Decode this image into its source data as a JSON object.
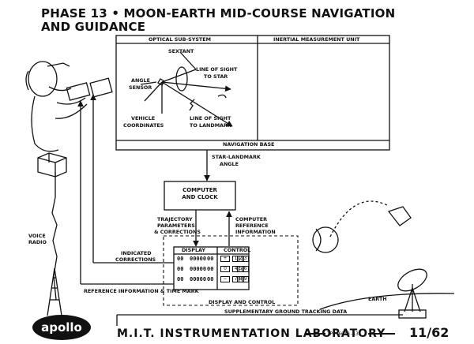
{
  "title": {
    "line1": "PHASE 13 • MOON-EARTH MID-COURSE NAVIGATION",
    "line2": "AND GUIDANCE"
  },
  "boxes": {
    "optical": "OPTICAL SUB-SYSTEM",
    "inertial": "INERTIAL MEASUREMENT UNIT",
    "navigation_base": "NAVIGATION BASE",
    "computer_line1": "COMPUTER",
    "computer_line2": "AND CLOCK",
    "display": "DISPLAY",
    "control": "CONTROL"
  },
  "labels": {
    "sextant": "SEXTANT",
    "angle_sensor_1": "ANGLE",
    "angle_sensor_2": "SENSOR",
    "los_star_1": "LINE OF SIGHT",
    "los_star_2": "TO STAR",
    "vehicle_coords_1": "VEHICLE",
    "vehicle_coords_2": "COORDINATES",
    "los_landmark_1": "LINE OF SIGHT",
    "los_landmark_2": "TO LANDMARK",
    "star_landmark_1": "STAR-LANDMARK",
    "star_landmark_2": "ANGLE",
    "trajectory_1": "TRAJECTORY",
    "trajectory_2": "PARAMETERS",
    "trajectory_3": "& CORRECTIONS",
    "comp_ref_1": "COMPUTER",
    "comp_ref_2": "REFERENCE",
    "comp_ref_3": "INFORMATION",
    "indicated_1": "INDICATED",
    "indicated_2": "CORRECTIONS",
    "voice_1": "VOICE",
    "voice_2": "RADIO",
    "ref_info": "REFERENCE INFORMATION & TIME MARK",
    "display_and_control": "DISPLAY AND CONTROL",
    "supplementary": "SUPPLEMENTARY GROUND TRACKING DATA",
    "earth": "EARTH"
  },
  "keypad": {
    "signs": [
      "+",
      "0",
      "−"
    ],
    "keys": [
      [
        "1",
        "2",
        "3"
      ],
      [
        "4",
        "5",
        "6"
      ],
      [
        "7",
        "8",
        "9"
      ]
    ],
    "display_rows": [
      [
        "00",
        "00000",
        "00"
      ],
      [
        "00",
        "00000",
        "00"
      ],
      [
        "00",
        "00000",
        "00"
      ]
    ]
  },
  "footer": {
    "logo": "apollo",
    "lab": "M.I.T. INSTRUMENTATION LABORATORY",
    "code": "TP# 6613-13",
    "page": "11/62"
  }
}
